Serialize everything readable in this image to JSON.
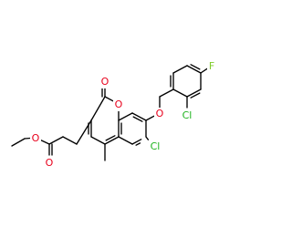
{
  "colors": {
    "bond": "#000000",
    "carbon_text": "#000000",
    "oxygen": "#e8001b",
    "chlorine": "#1fb31f",
    "fluorine": "#7fcc2a",
    "background": "#ffffff"
  },
  "atoms": [
    {
      "id": "o_ester_carbonyl",
      "label": "O",
      "element": "oxygen"
    },
    {
      "id": "o_ester_ether",
      "label": "O",
      "element": "oxygen"
    },
    {
      "id": "o_lactone_carbonyl",
      "label": "O",
      "element": "oxygen"
    },
    {
      "id": "o_ring",
      "label": "O",
      "element": "oxygen"
    },
    {
      "id": "o_aryl_ether",
      "label": "O",
      "element": "oxygen"
    },
    {
      "id": "cl_coumarin",
      "label": "Cl",
      "element": "chlorine"
    },
    {
      "id": "cl_benzyl",
      "label": "Cl",
      "element": "chlorine"
    },
    {
      "id": "f_benzyl",
      "label": "F",
      "element": "fluorine"
    }
  ]
}
